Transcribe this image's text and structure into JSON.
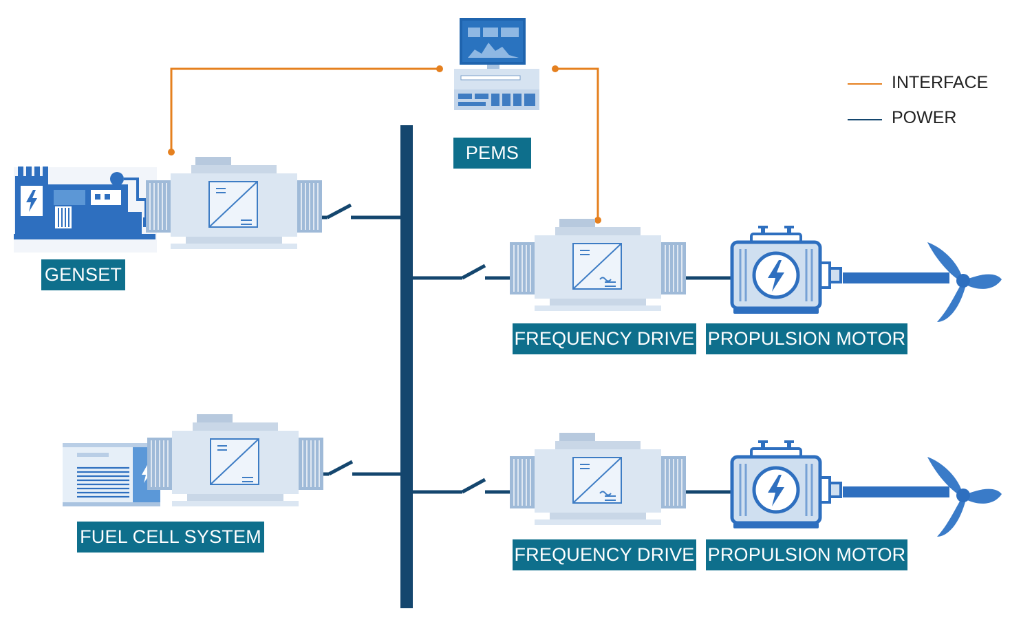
{
  "colors": {
    "interface": "#e5801f",
    "power": "#14466e",
    "label_bg": "#0e6f8c",
    "label_text": "#ffffff",
    "equipment_blue": "#2e6fbf",
    "equipment_light": "#a9c3e0"
  },
  "labels": {
    "pems": "PEMS",
    "genset": "GENSET",
    "fuel_cell": "FUEL CELL SYSTEM",
    "drive_1": "FREQUENCY DRIVE",
    "motor_1": "PROPULSION MOTOR",
    "drive_2": "FREQUENCY DRIVE",
    "motor_2": "PROPULSION MOTOR"
  },
  "legend": {
    "interface": "INTERFACE",
    "power": "POWER"
  },
  "icons": {
    "pems": "control-computer-icon",
    "genset": "genset-icon",
    "fuel_cell": "fuel-cell-icon",
    "converter": "power-converter-icon",
    "switch": "breaker-switch-icon",
    "motor": "electric-motor-icon",
    "propeller": "propeller-icon"
  }
}
